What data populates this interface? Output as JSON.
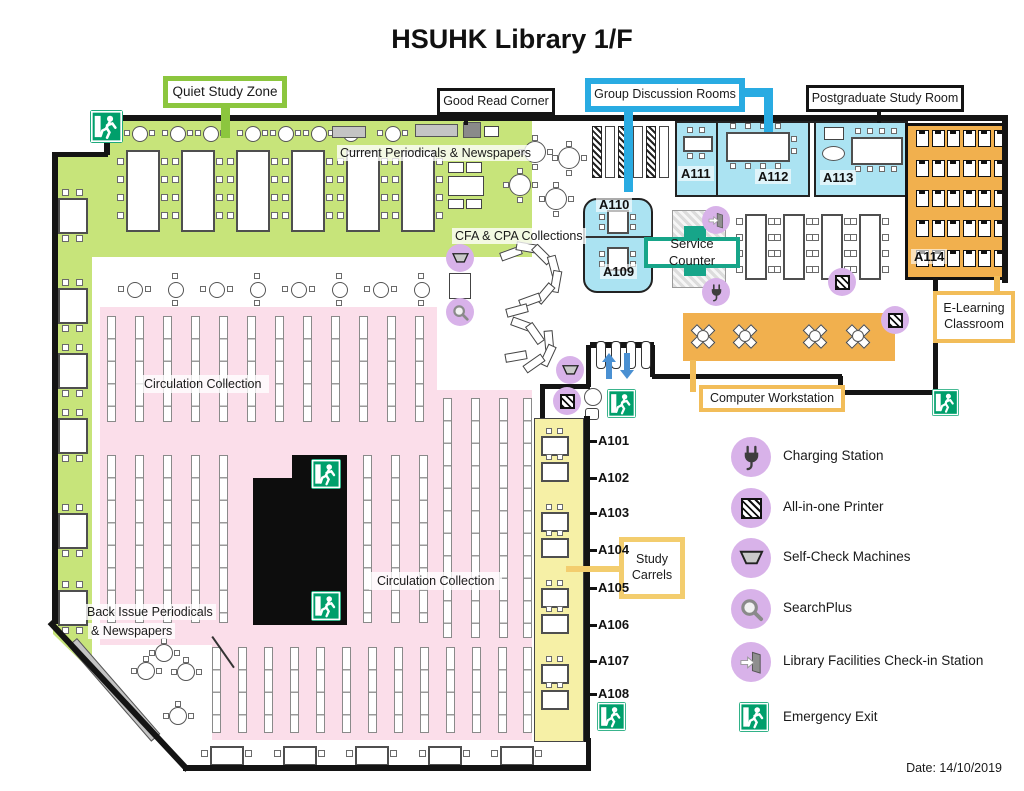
{
  "title": "HSUHK Library 1/F",
  "date": "Date:  14/10/2019",
  "labels": {
    "quiet_study_zone": "Quiet Study Zone",
    "good_read_corner": "Good Read Corner",
    "group_discussion_rooms": "Group Discussion Rooms",
    "postgraduate_study_room": "Postgraduate Study Room",
    "current_periodicals": "Current Periodicals  & Newspapers",
    "cfa_cpa_collections": "CFA & CPA Collections",
    "service_counter": "Service Counter",
    "circulation_collection_upper": "Circulation Collection",
    "circulation_collection_lower": "Circulation Collection",
    "back_issue_line1": "Back Issue Periodicals",
    "back_issue_line2": "& Newspapers",
    "computer_workstation": "Computer Workstation",
    "elearning_line1": "E-Learning",
    "elearning_line2": "Classroom",
    "study_carrels_line1": "Study",
    "study_carrels_line2": "Carrels"
  },
  "rooms": {
    "carrels": [
      "A101",
      "A102",
      "A103",
      "A104",
      "A105",
      "A106",
      "A107",
      "A108"
    ],
    "a109": "A109",
    "a110": "A110",
    "a111": "A111",
    "a112": "A112",
    "a113": "A113",
    "a114": "A114"
  },
  "legend": [
    {
      "icon": "charging-station-icon",
      "label": "Charging Station"
    },
    {
      "icon": "all-in-one-printer-icon",
      "label": "All-in-one Printer"
    },
    {
      "icon": "self-check-machine-icon",
      "label": "Self-Check Machines"
    },
    {
      "icon": "searchplus-icon",
      "label": "SearchPlus"
    },
    {
      "icon": "library-facilities-check-in-icon",
      "label": "Library Facilities Check-in Station"
    },
    {
      "icon": "emergency-exit-icon",
      "label": "Emergency Exit"
    }
  ],
  "colors": {
    "quiet_zone_green": "#c7e47a",
    "zone_label_green": "#8cc63e",
    "circulation_pink": "#fbdeea",
    "discussion_blue": "#abe3f2",
    "label_blue": "#29abe2",
    "workstation_orange": "#f1b04e",
    "label_orange": "#f2bd59",
    "carrel_yellow": "#f6f0a6",
    "icon_purple": "#d8b2e9",
    "counter_teal": "#17a589",
    "exit_green": "#009f6b"
  }
}
